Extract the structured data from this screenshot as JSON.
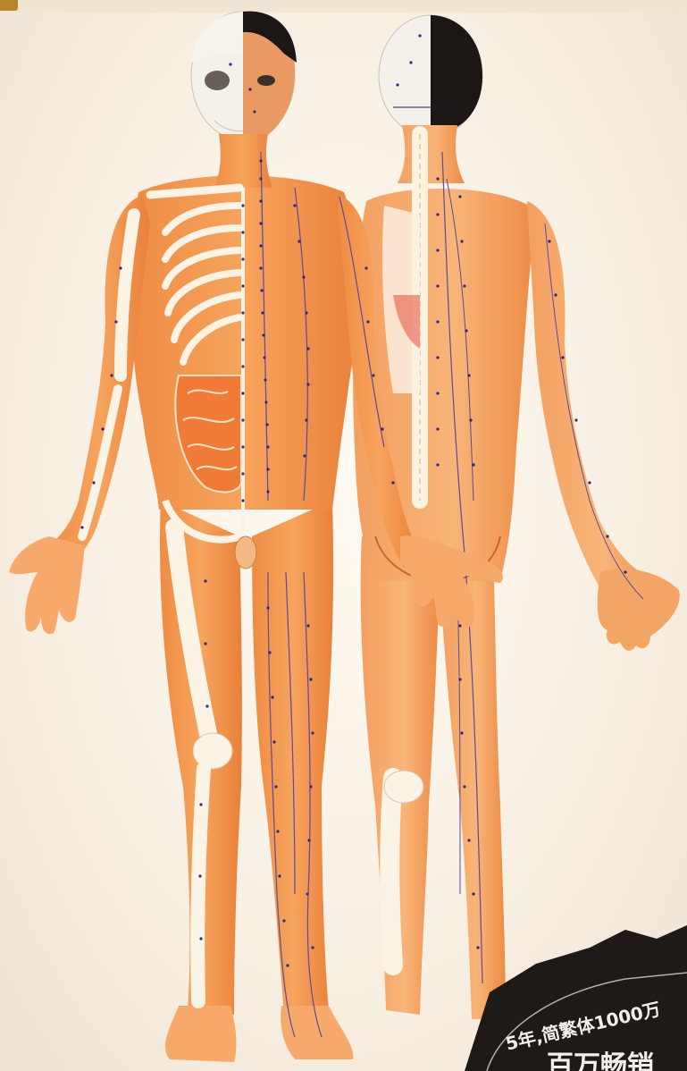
{
  "image": {
    "subject": "Acupuncture points chart - front and back human figures",
    "colors": {
      "background": "#fbf6ee",
      "skin": "#f39a52",
      "skin_shadow": "#e46f27",
      "bone": "#fbf3e4",
      "meridian_line": "#5e4a9a",
      "point": "#2c2a80",
      "badge": "#1f1a17",
      "badge_text": "#f3efe8"
    }
  },
  "badge": {
    "line1": "5年,简繁体1000万",
    "line2": "百万畅销"
  }
}
